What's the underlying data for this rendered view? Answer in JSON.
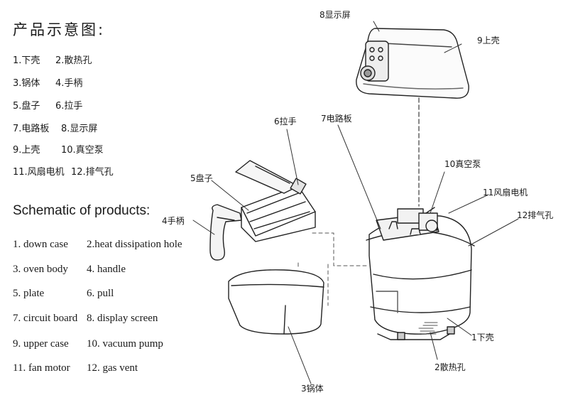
{
  "cn_title": "产品示意图:",
  "cn_legend": [
    [
      "1.下壳",
      "2.散热孔"
    ],
    [
      "3.锅体",
      "4.手柄"
    ],
    [
      "5.盘子",
      "6.拉手"
    ],
    [
      "7.电路板",
      "8.显示屏"
    ],
    [
      "9.上壳",
      "10.真空泵"
    ],
    [
      "11.风扇电机",
      "12.排气孔"
    ]
  ],
  "en_title": "Schematic of products:",
  "en_legend": [
    [
      "1. down case",
      "2.heat dissipation hole"
    ],
    [
      "3. oven body",
      "4. handle"
    ],
    [
      "5. plate",
      "6. pull"
    ],
    [
      "7. circuit board",
      "8. display screen"
    ],
    [
      "9. upper case",
      "10. vacuum pump"
    ],
    [
      "11. fan motor",
      "12. gas vent"
    ]
  ],
  "callouts": {
    "display_screen": "8显示屏",
    "upper_case": "9上壳",
    "pull": "6拉手",
    "circuit_board": "7电路板",
    "vacuum_pump": "10真空泵",
    "plate": "5盘子",
    "fan_motor": "11风扇电机",
    "handle": "4手柄",
    "gas_vent": "12排气孔",
    "down_case": "1下壳",
    "heat_hole": "2散热孔",
    "oven_body": "3锅体"
  }
}
